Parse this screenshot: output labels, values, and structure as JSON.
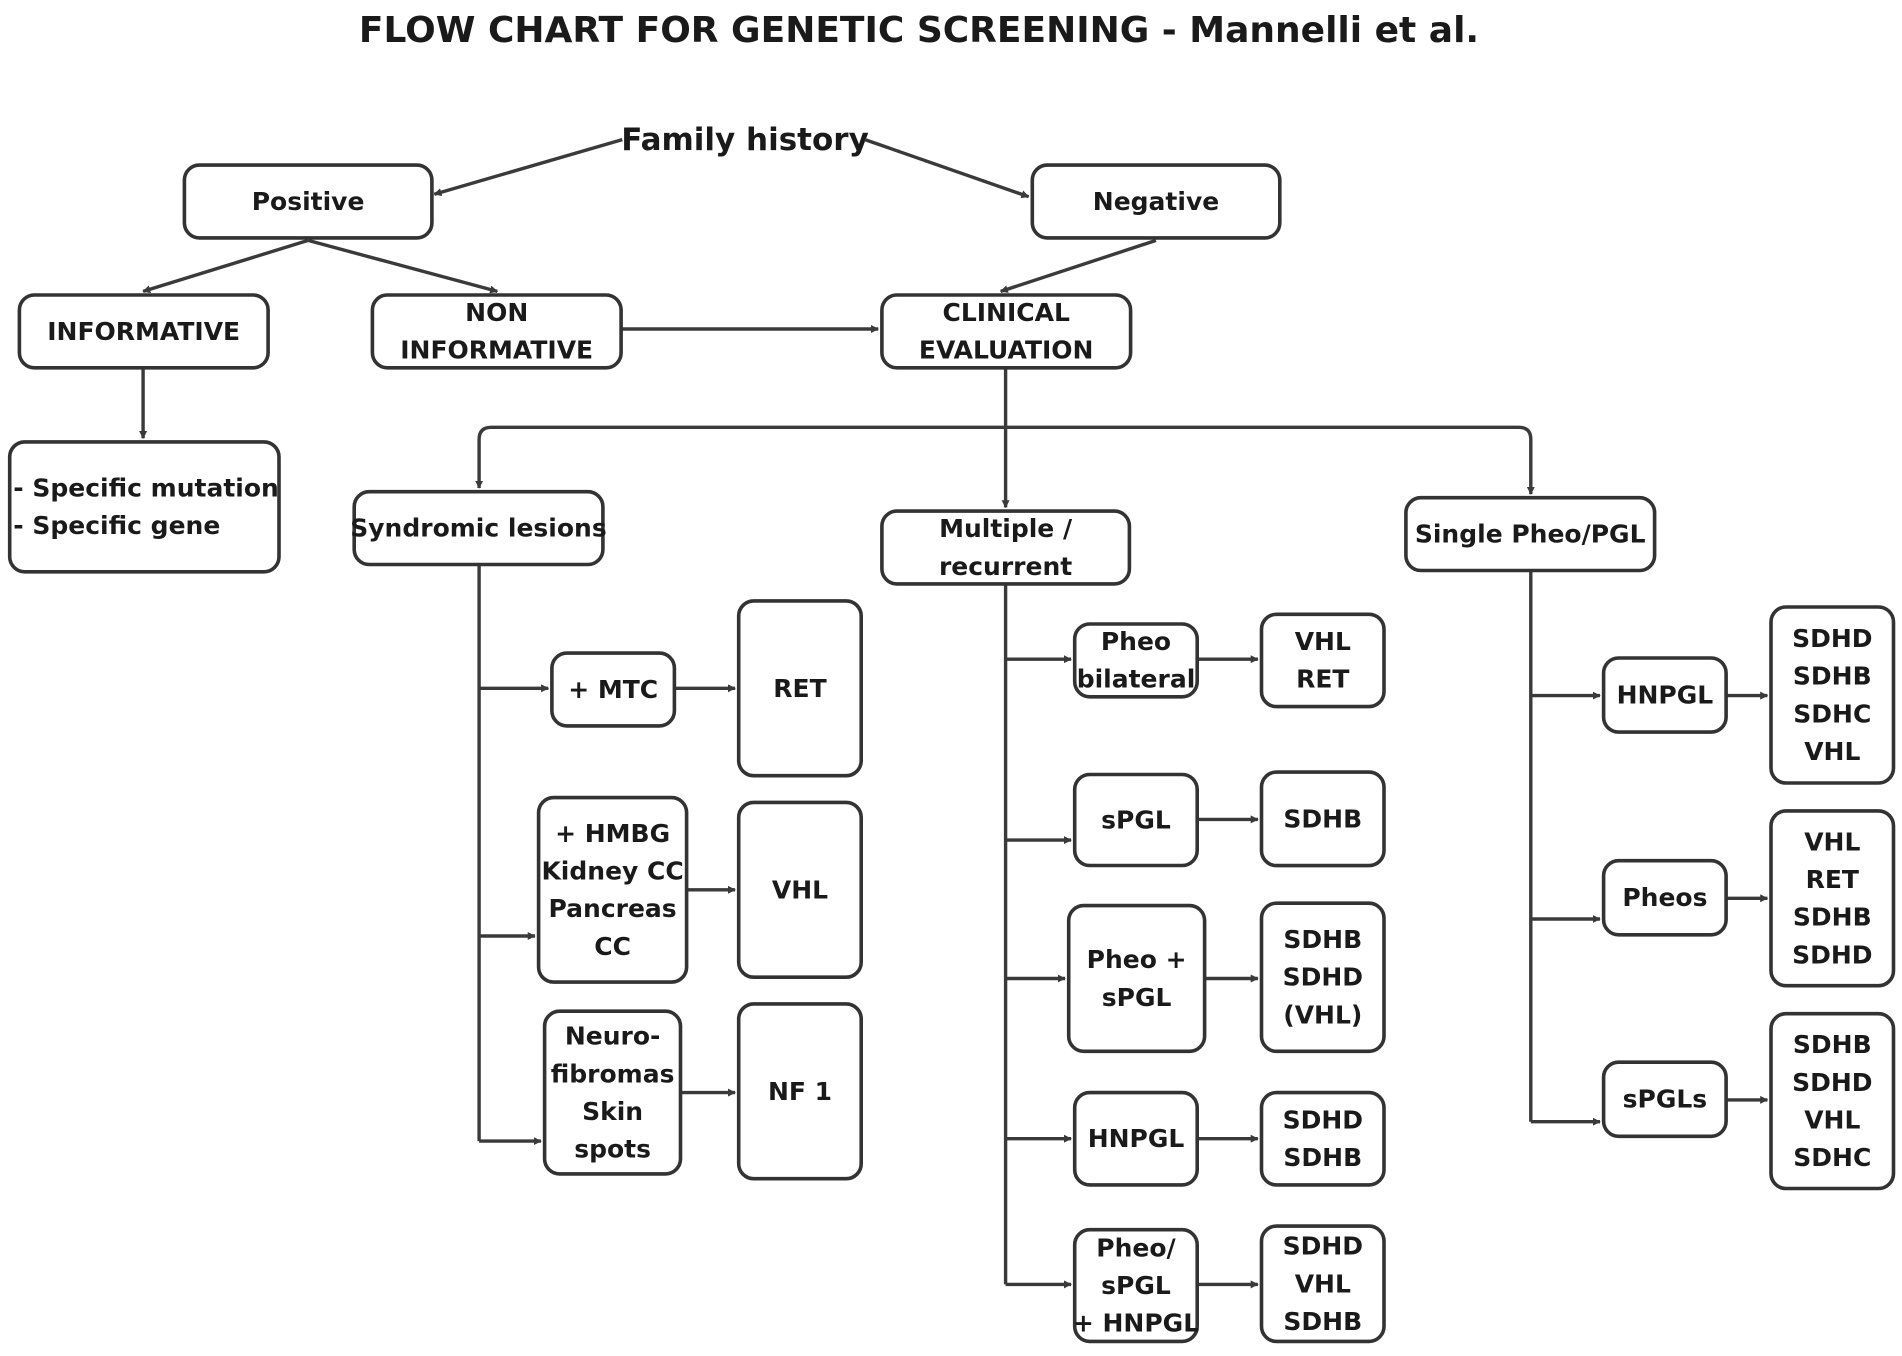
{
  "title": "FLOW CHART FOR GENETIC SCREENING - Mannelli et al.",
  "root_label": "Family history",
  "colors": {
    "line": "#3a3a3a",
    "box_border": "#333333",
    "text": "#1a1a1a",
    "background": "#ffffff"
  },
  "nodes": {
    "positive": [
      "Positive"
    ],
    "negative": [
      "Negative"
    ],
    "informative": [
      "INFORMATIVE"
    ],
    "non_informative": [
      "NON",
      "INFORMATIVE"
    ],
    "clinical_evaluation": [
      "CLINICAL",
      "EVALUATION"
    ],
    "specific": [
      "- Specific mutation",
      "- Specific gene"
    ],
    "syndromic_lesions": [
      "Syndromic lesions"
    ],
    "multiple_recurrent": [
      "Multiple /",
      "recurrent"
    ],
    "single_pheo_pgl": [
      "Single Pheo/PGL"
    ],
    "mtc": [
      "+ MTC"
    ],
    "ret": [
      "RET"
    ],
    "hmbg": [
      "+ HMBG",
      "Kidney CC",
      "Pancreas",
      "CC"
    ],
    "vhl": [
      "VHL"
    ],
    "neurofibromas": [
      "Neuro-",
      "fibromas",
      "Skin",
      "spots"
    ],
    "nf1": [
      "NF 1"
    ],
    "pheo_bilateral": [
      "Pheo",
      "bilateral"
    ],
    "pheo_bilateral_genes": [
      "VHL",
      "RET"
    ],
    "spgl": [
      "sPGL"
    ],
    "spgl_genes": [
      "SDHB"
    ],
    "pheo_spgl": [
      "Pheo +",
      "sPGL"
    ],
    "pheo_spgl_genes": [
      "SDHB",
      "SDHD",
      "(VHL)"
    ],
    "hnpgl_multi": [
      "HNPGL"
    ],
    "hnpgl_multi_genes": [
      "SDHD",
      "SDHB"
    ],
    "pheo_spgl_hnpgl": [
      "Pheo/",
      "sPGL",
      "+ HNPGL"
    ],
    "pheo_spgl_hnpgl_genes": [
      "SDHD",
      "VHL",
      "SDHB"
    ],
    "hnpgl_single": [
      "HNPGL"
    ],
    "hnpgl_single_genes": [
      "SDHD",
      "SDHB",
      "SDHC",
      "VHL"
    ],
    "pheos": [
      "Pheos"
    ],
    "pheos_genes": [
      "VHL",
      "RET",
      "SDHB",
      "SDHD"
    ],
    "spgls": [
      "sPGLs"
    ],
    "spgls_genes": [
      "SDHB",
      "SDHD",
      "VHL",
      "SDHC"
    ]
  }
}
